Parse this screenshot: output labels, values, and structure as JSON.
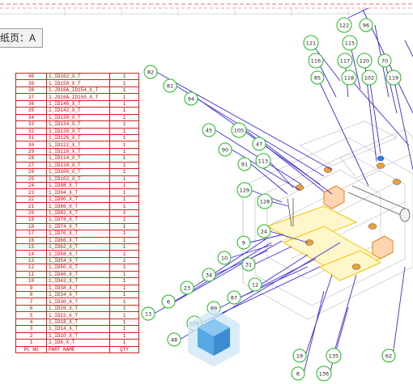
{
  "sheet_tab": "纸页：A",
  "bom": {
    "headers": [
      "PC NO",
      "PART NAME",
      "QTY"
    ],
    "rows": [
      [
        "40",
        "1_ID162_X_T",
        "1"
      ],
      [
        "39",
        "1_ID158_X_T",
        "1"
      ],
      [
        "38",
        "1-J916A_ID154_X_T",
        "1"
      ],
      [
        "37",
        "1-J916A_ID150_X_T",
        "1"
      ],
      [
        "36",
        "1_ID146_X_T",
        "1"
      ],
      [
        "35",
        "1_ID142_X_T",
        "1"
      ],
      [
        "34",
        "1_ID138_X_T",
        "1"
      ],
      [
        "33",
        "1_ID134_X_T",
        "1"
      ],
      [
        "32",
        "1_ID130_X_T",
        "1"
      ],
      [
        "31",
        "1_ID126_X_T",
        "1"
      ],
      [
        "30",
        "1_ID122_X_T",
        "1"
      ],
      [
        "29",
        "1_ID118_X_T",
        "1"
      ],
      [
        "28",
        "1_ID114_X_T",
        "1"
      ],
      [
        "27",
        "1_ID110_X_T",
        "1"
      ],
      [
        "26",
        "1_ID106_X_T",
        "1"
      ],
      [
        "25",
        "1_ID102_X_T",
        "1"
      ],
      [
        "24",
        "1_ID98_X_T",
        "1"
      ],
      [
        "23",
        "1_ID94_X_T",
        "1"
      ],
      [
        "22",
        "1_ID90_X_T",
        "1"
      ],
      [
        "21",
        "1_ID86_X_T",
        "1"
      ],
      [
        "20",
        "1_ID82_X_T",
        "1"
      ],
      [
        "19",
        "1_ID78_X_T",
        "1"
      ],
      [
        "18",
        "1_ID74_X_T",
        "1"
      ],
      [
        "17",
        "1_ID70_X_T",
        "1"
      ],
      [
        "16",
        "1_ID66_X_T",
        "1"
      ],
      [
        "15",
        "1_ID62_X_T",
        "1"
      ],
      [
        "14",
        "1_ID58_X_T",
        "1"
      ],
      [
        "13",
        "1_ID54_X_T",
        "1"
      ],
      [
        "12",
        "1_ID50_X_T",
        "1"
      ],
      [
        "11",
        "1_ID46_X_T",
        "1"
      ],
      [
        "10",
        "1_ID42_X_T",
        "1"
      ],
      [
        "9",
        "1_ID38_X_T",
        "1"
      ],
      [
        "8",
        "1_ID34_X_T",
        "1"
      ],
      [
        "7",
        "1_ID30_X_T",
        "1"
      ],
      [
        "6",
        "1_ID26_X_T",
        "1"
      ],
      [
        "5",
        "1_ID22_X_T",
        "1"
      ],
      [
        "4",
        "1_ID18_X_T",
        "1"
      ],
      [
        "3",
        "1_ID14_X_T",
        "1"
      ],
      [
        "2",
        "1_ID10_X_T",
        "1"
      ],
      [
        "1",
        "1_ID6_X_T",
        "1"
      ]
    ]
  },
  "balloons": [
    "82",
    "81",
    "94",
    "45",
    "105",
    "47",
    "90",
    "91",
    "113",
    "129",
    "128",
    "24",
    "9",
    "10",
    "31",
    "34",
    "12",
    "23",
    "6",
    "87",
    "89",
    "109",
    "13",
    "48",
    "19",
    "135",
    "62",
    "8",
    "136",
    "122",
    "96",
    "121",
    "116",
    "115",
    "117",
    "120",
    "70",
    "85",
    "118",
    "102",
    "119"
  ],
  "colors": {
    "drawing_line": "#3a2bd6",
    "balloon_stroke": "#1fb81f",
    "bom_border": "#d32020",
    "highlight": "#f5c400",
    "accent_part": "#f07c1c",
    "title_frame": "#e04040"
  },
  "icons": {
    "watermark": "cube-logo-icon"
  }
}
